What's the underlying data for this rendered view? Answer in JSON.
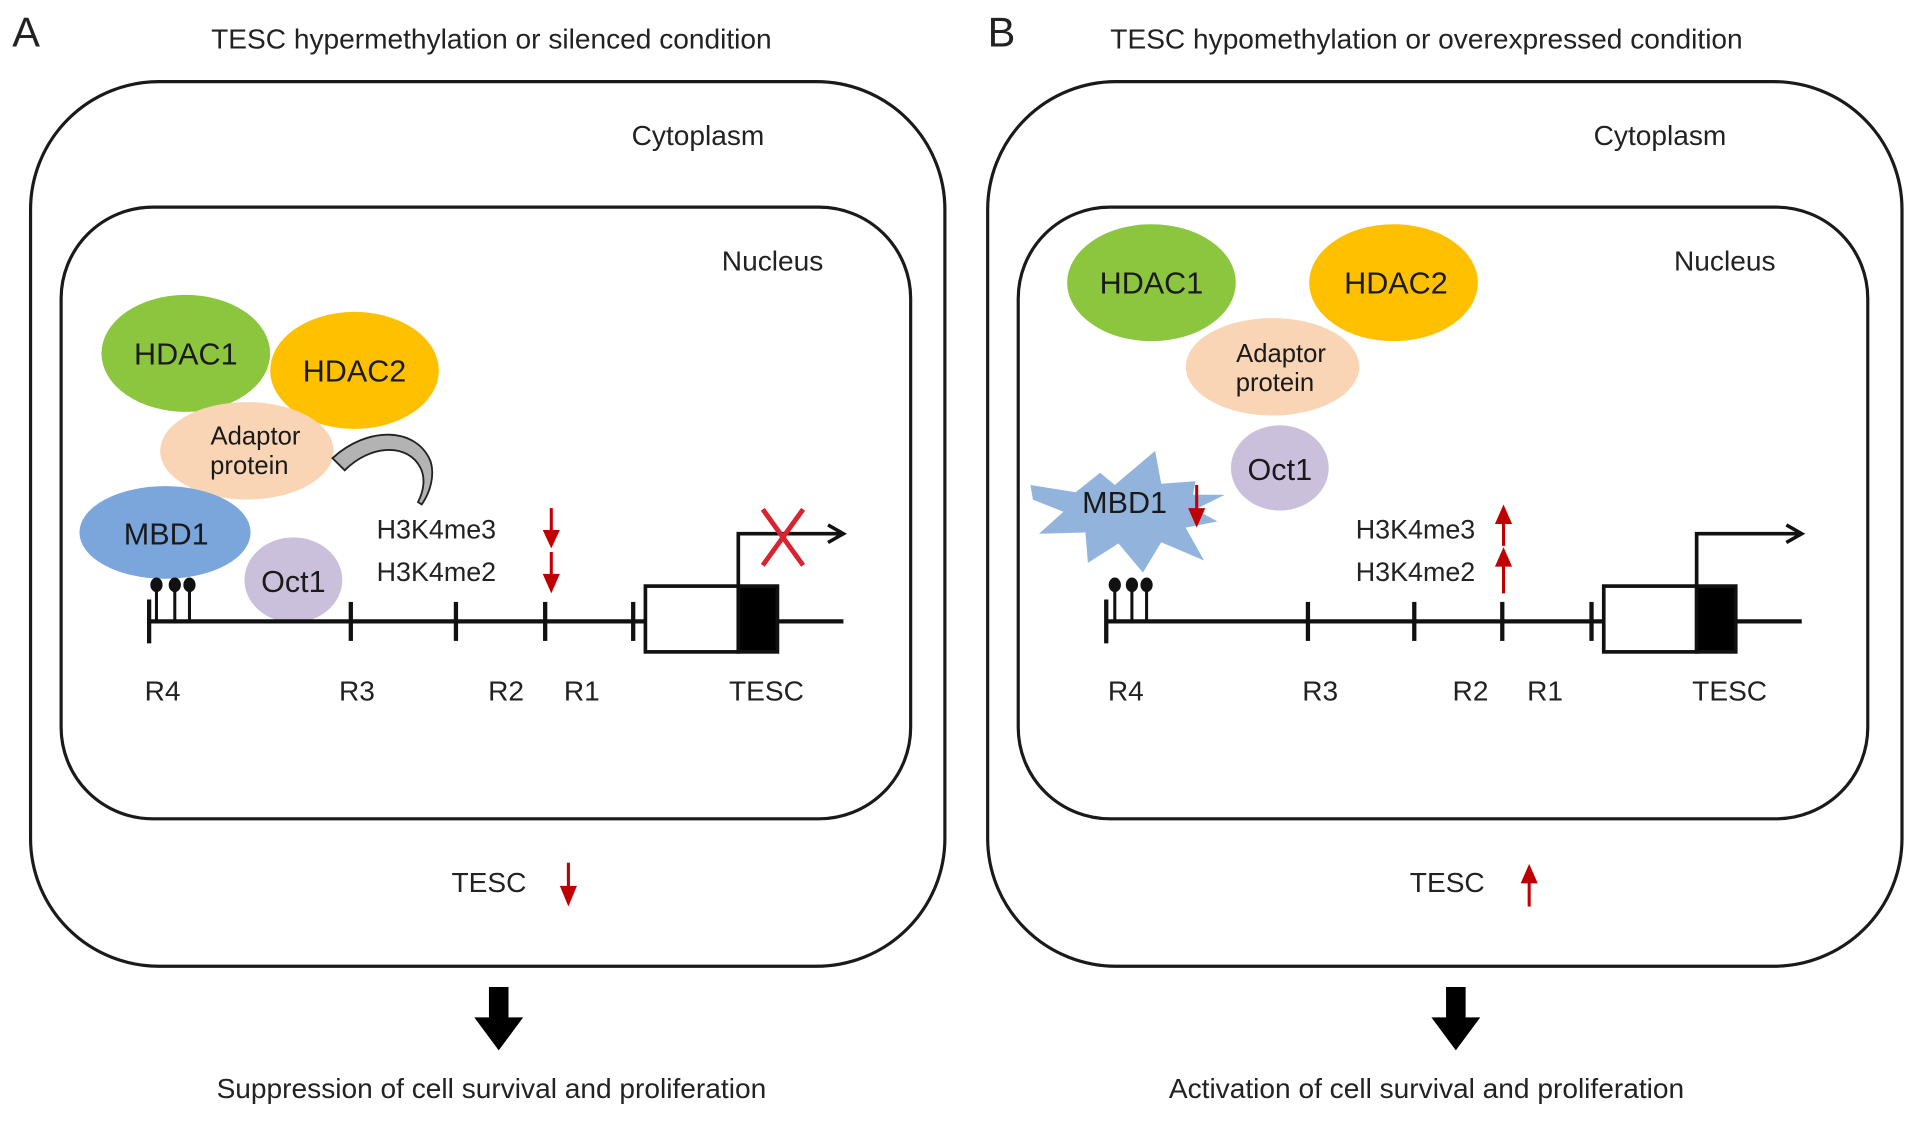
{
  "figure": {
    "panels": [
      {
        "id": "A",
        "letter": "A",
        "title": "TESC hypermethylation or silenced condition",
        "cytoplasm_label": "Cytoplasm",
        "nucleus_label": "Nucleus",
        "proteins": {
          "hdac1": "HDAC1",
          "hdac2": "HDAC2",
          "adaptor_line1": "Adaptor",
          "adaptor_line2": "protein",
          "mbd1": "MBD1",
          "oct1": "Oct1"
        },
        "mbd1_state": "bound",
        "histone_marks": [
          {
            "label": "H3K4me3",
            "direction": "down"
          },
          {
            "label": "H3K4me2",
            "direction": "down"
          }
        ],
        "regions": [
          "R4",
          "R3",
          "R2",
          "R1"
        ],
        "gene_label": "TESC",
        "transcription": "blocked",
        "tesc_level_label": "TESC",
        "tesc_level_direction": "down",
        "outcome": "Suppression of cell survival and proliferation"
      },
      {
        "id": "B",
        "letter": "B",
        "title": "TESC hypomethylation or overexpressed condition",
        "cytoplasm_label": "Cytoplasm",
        "nucleus_label": "Nucleus",
        "proteins": {
          "hdac1": "HDAC1",
          "hdac2": "HDAC2",
          "adaptor_line1": "Adaptor",
          "adaptor_line2": "protein",
          "mbd1": "MBD1",
          "oct1": "Oct1"
        },
        "mbd1_state": "dissociated, decreased",
        "histone_marks": [
          {
            "label": "H3K4me3",
            "direction": "up"
          },
          {
            "label": "H3K4me2",
            "direction": "up"
          }
        ],
        "regions": [
          "R4",
          "R3",
          "R2",
          "R1"
        ],
        "gene_label": "TESC",
        "transcription": "active",
        "tesc_level_label": "TESC",
        "tesc_level_direction": "up",
        "outcome": "Activation of cell survival and proliferation"
      }
    ],
    "colors": {
      "hdac1": "#8cc63f",
      "hdac2": "#ffc000",
      "adaptor": "#f9d5b5",
      "mbd1": "#7aa6dc",
      "mbd1_burst": "#92b4dc",
      "oct1": "#cbc0dc",
      "red_arrow": "#c00000",
      "recruit_arrow": "#b3b3b3",
      "block_x": "#d9232e"
    }
  }
}
